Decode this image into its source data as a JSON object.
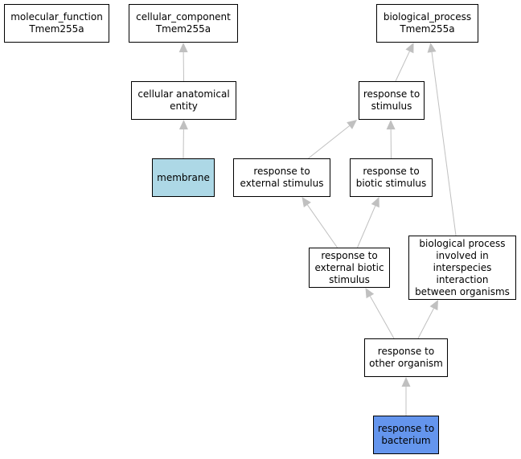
{
  "colors": {
    "node_fill": "#ffffff",
    "membrane_fill": "#add8e6",
    "bacterium_fill": "#6495ed",
    "edge": "#c0c0c0",
    "border": "#000000"
  },
  "nodes": {
    "molecular_function": {
      "label": "molecular_function\nTmem255a"
    },
    "cellular_component": {
      "label": "cellular_component\nTmem255a"
    },
    "biological_process": {
      "label": "biological_process\nTmem255a"
    },
    "cellular_anatomical_entity": {
      "label": "cellular anatomical\nentity"
    },
    "response_to_stimulus": {
      "label": "response to\nstimulus"
    },
    "membrane": {
      "label": "membrane"
    },
    "response_to_external_stimulus": {
      "label": "response to\nexternal stimulus"
    },
    "response_to_biotic_stimulus": {
      "label": "response to\nbiotic stimulus"
    },
    "response_to_external_biotic_stimulus": {
      "label": "response to\nexternal biotic\nstimulus"
    },
    "bp_interspecies": {
      "label": "biological process\ninvolved in\ninterspecies\ninteraction\nbetween organisms"
    },
    "response_to_other_organism": {
      "label": "response to\nother organism"
    },
    "response_to_bacterium": {
      "label": "response to\nbacterium"
    }
  },
  "edges": [
    {
      "from": "cellular_anatomical_entity",
      "to": "cellular_component"
    },
    {
      "from": "membrane",
      "to": "cellular_anatomical_entity"
    },
    {
      "from": "response_to_stimulus",
      "to": "biological_process"
    },
    {
      "from": "response_to_external_stimulus",
      "to": "response_to_stimulus"
    },
    {
      "from": "response_to_biotic_stimulus",
      "to": "response_to_stimulus"
    },
    {
      "from": "response_to_external_biotic_stimulus",
      "to": "response_to_external_stimulus"
    },
    {
      "from": "response_to_external_biotic_stimulus",
      "to": "response_to_biotic_stimulus"
    },
    {
      "from": "bp_interspecies",
      "to": "biological_process"
    },
    {
      "from": "response_to_other_organism",
      "to": "response_to_external_biotic_stimulus"
    },
    {
      "from": "response_to_other_organism",
      "to": "bp_interspecies"
    },
    {
      "from": "response_to_bacterium",
      "to": "response_to_other_organism"
    }
  ]
}
